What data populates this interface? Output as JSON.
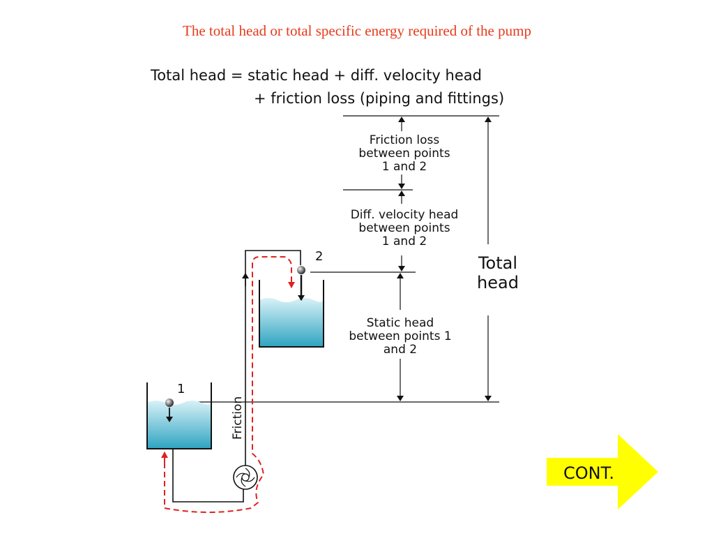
{
  "slide": {
    "title": "The total head or total specific energy required of the pump"
  },
  "equation": {
    "line1": "Total head = static head + diff. velocity head",
    "line2": "+  friction loss (piping and fittings)"
  },
  "labels": {
    "friction_loss": [
      "Friction loss",
      "between points",
      "1 and 2"
    ],
    "velocity_head": [
      "Diff. velocity head",
      "between points",
      "1 and 2"
    ],
    "static_head": [
      "Static head",
      "between points 1",
      "and 2"
    ],
    "total_head": [
      "Total",
      "head"
    ],
    "friction_pipe": "Friction",
    "point_1": "1",
    "point_2": "2"
  },
  "nav": {
    "cont_label": "CONT."
  },
  "colors": {
    "title": "#e53b1c",
    "water_top": "#cfeef5",
    "water_bottom": "#2fa6c2",
    "flow_dash": "#e02020",
    "arrow_fill": "#ffff00"
  }
}
